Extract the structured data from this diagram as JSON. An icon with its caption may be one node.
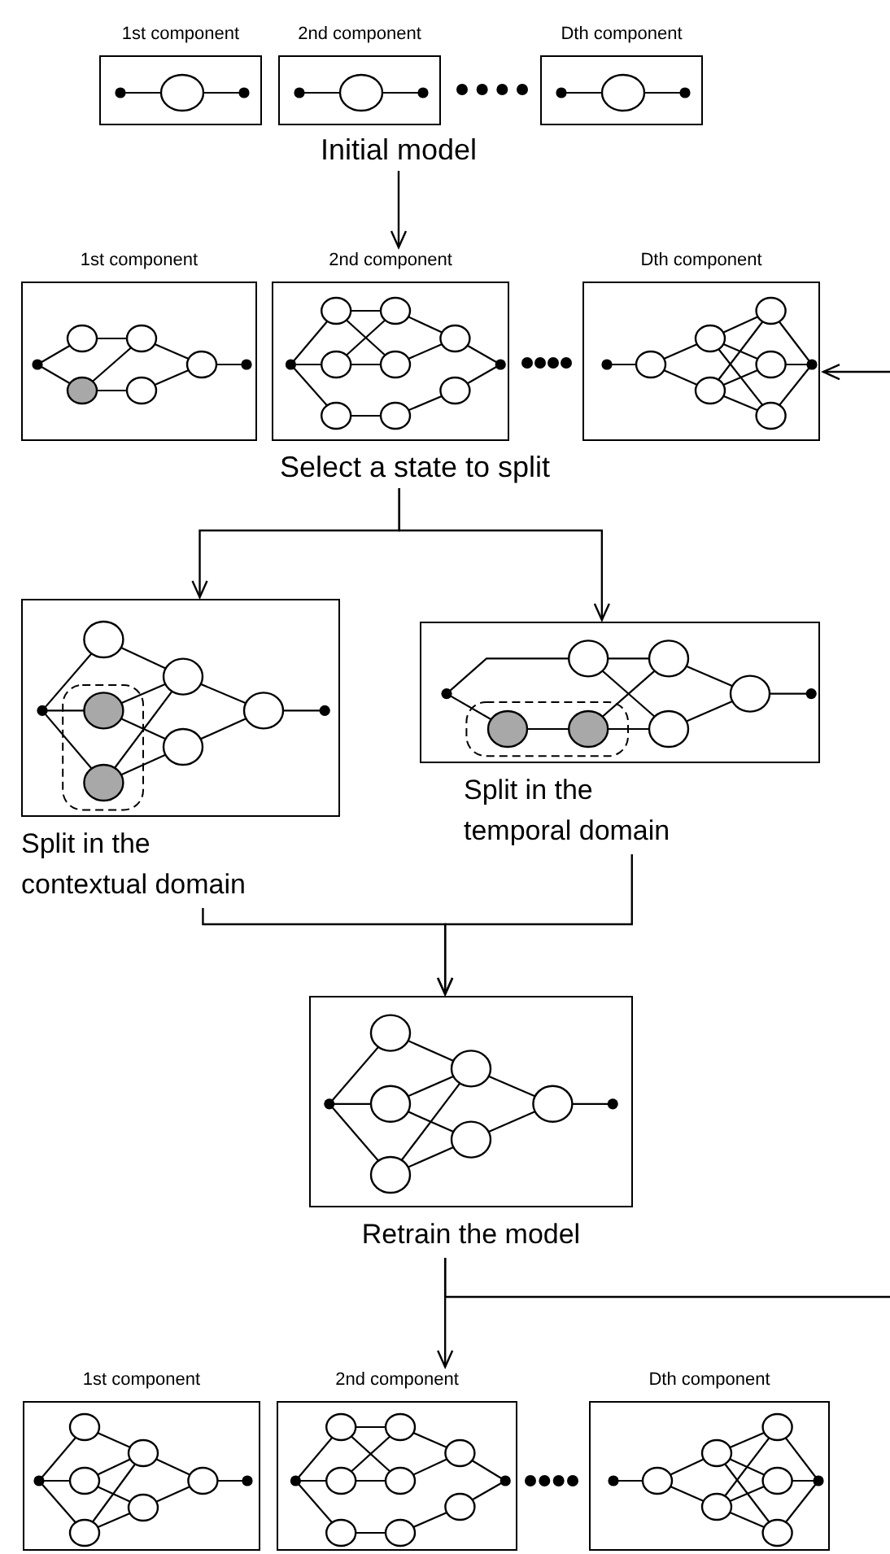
{
  "diagram": {
    "nodes": [
      {
        "text": [
          "1st component"
        ]
      },
      {
        "text": [
          "2nd component"
        ]
      },
      {
        "text": [
          "Dth component"
        ]
      },
      {
        "text": [
          "Initial model"
        ]
      },
      {
        "text": [
          "1st component"
        ]
      },
      {
        "text": [
          "2nd component"
        ]
      },
      {
        "text": [
          "Dth component"
        ]
      },
      {
        "text": [
          "Select a state to split"
        ]
      },
      {
        "text": [
          "Split in the contextual domain"
        ]
      },
      {
        "text": [
          "Split in the temporal domain"
        ]
      },
      {
        "text": [
          "Retrain the model"
        ]
      },
      {
        "text": [
          "1st component"
        ]
      },
      {
        "text": [
          "2nd component"
        ]
      },
      {
        "text": [
          "Dth component"
        ]
      }
    ],
    "edges": [
      {
        "from": 3,
        "to": 5,
        "arrow": "to"
      },
      {
        "from": 7,
        "to": 8,
        "arrow": "to"
      },
      {
        "from": 7,
        "to": 9,
        "arrow": "to"
      },
      {
        "from": 8,
        "to": 10,
        "arrow": "to"
      },
      {
        "from": 9,
        "to": 10,
        "arrow": "to"
      },
      {
        "from": 10,
        "to": 12,
        "arrow": "to"
      },
      {
        "from": 10,
        "to": null,
        "arrow": "none"
      },
      {
        "from": null,
        "to": 6,
        "arrow": "to"
      }
    ]
  }
}
